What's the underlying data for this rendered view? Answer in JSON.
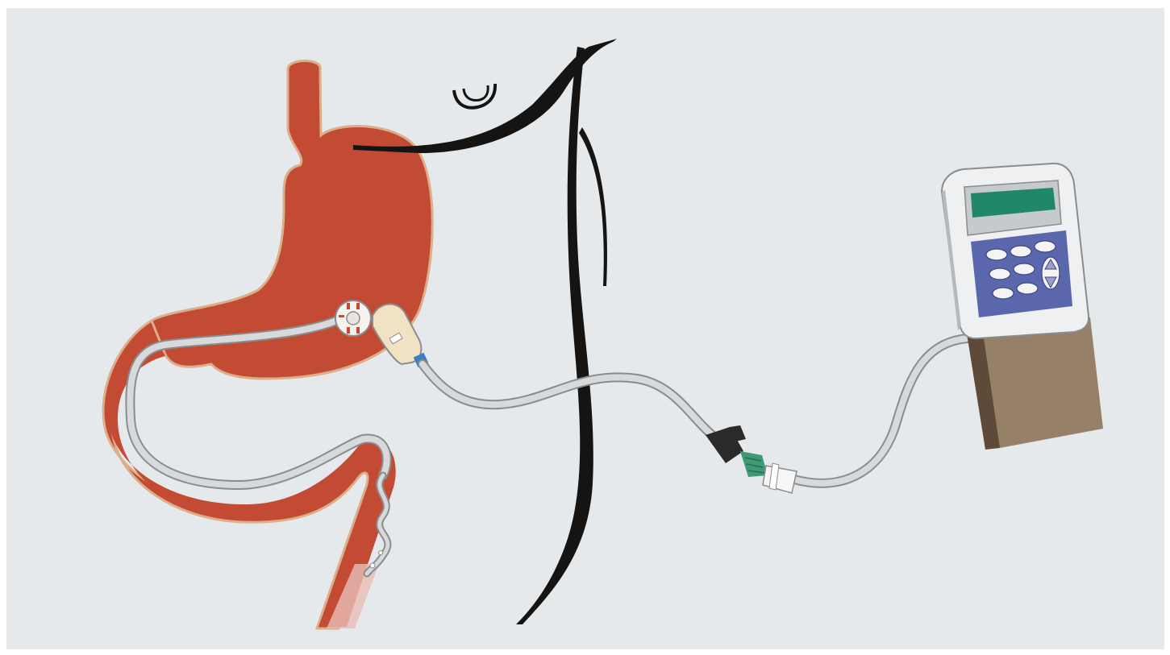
{
  "colors": {
    "page_background": "#ffffff",
    "panel_background": "#e5e9eb",
    "stomach_fill": "#c34b34",
    "stomach_outline": "#dcae8a",
    "tube_fill": "#d7d9da",
    "tube_outline": "#8a8c8d",
    "body_outline": "#161412",
    "pump_body": "#eef0f1",
    "pump_screen": "#21876a",
    "pump_keypad": "#5a67ad",
    "pump_bag": "#968068",
    "pump_bag_dark": "#5d4a38",
    "connector_dark": "#2a2a2a",
    "connector_green": "#3d9a75",
    "connector_blue": "#3a7fc1"
  },
  "icons": {
    "stomach": "stomach-anatomy-icon",
    "intestine": "jejunum-anatomy-icon",
    "body_outline": "torso-outline-icon",
    "navel": "navel-icon",
    "button_port": "gastrostomy-button-icon",
    "extension_set": "extension-set-connector-icon",
    "feeding_tube": "feeding-tube-icon",
    "valve": "roller-clamp-icon",
    "pump": "enteral-feeding-pump-icon",
    "pump_screen": "lcd-display-icon",
    "pump_keys": "keypad-icon",
    "pump_bag": "feeding-bag-pouch-icon"
  },
  "keypad": {
    "oval_keys": 8,
    "arrow_keys": [
      "up",
      "down"
    ]
  }
}
